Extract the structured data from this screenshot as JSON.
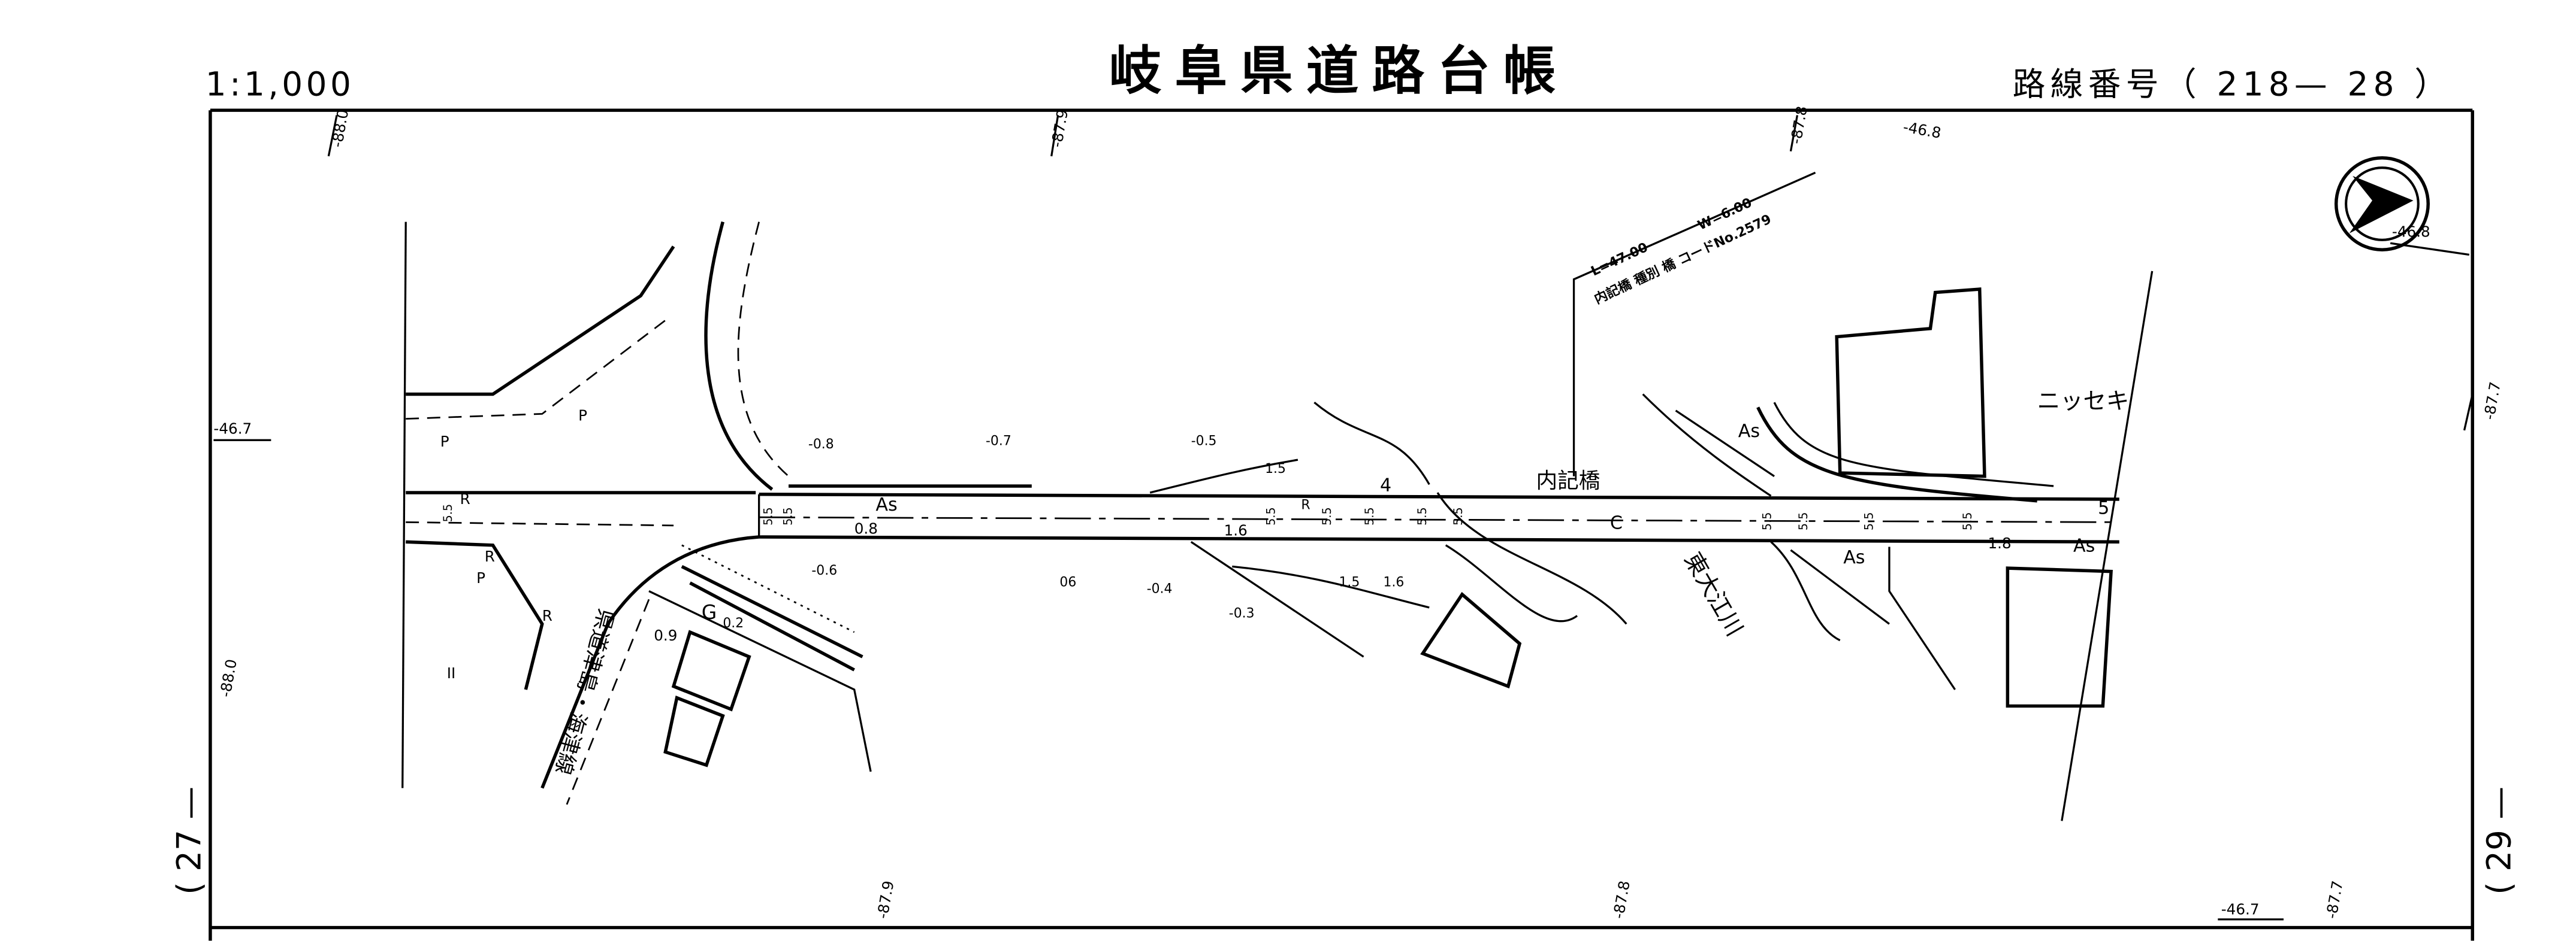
{
  "header": {
    "scale": "1:1,000",
    "title": "岐阜県道路台帳",
    "route_label": "路線番号（ 218— 28 ）"
  },
  "sheet_refs": {
    "left": "( 27 —",
    "right": "( 29 —"
  },
  "grid_labels": [
    "-88.0",
    "-87.9",
    "-87.8",
    "-46.8",
    "-46.8",
    "-46.7",
    "-87.7",
    "-88.0",
    "-87.9",
    "-87.8",
    "-46.7",
    "-87.7"
  ],
  "bridge_note": {
    "length": "L=47.00",
    "width": "W=6.00",
    "info": "内記橋  種別 橋  コードNo.2579"
  },
  "place_labels": {
    "nisseki": "ニッセキ",
    "bridge": "内記橋",
    "river": "東大江川",
    "prefectural_road": "県道津島・海津線"
  },
  "road_labels": [
    "As",
    "0.8",
    "C",
    "As",
    "As",
    "As",
    "1.8",
    "5",
    "4",
    "1.6",
    "R",
    "P",
    "R",
    "R",
    "R",
    "P",
    "P",
    "G",
    "0.2",
    "0.9",
    "II"
  ],
  "elevations": [
    "-0.8",
    "-0.7",
    "-0.5",
    "-0.6",
    "06",
    "-0.4",
    "-0.3",
    "1.5",
    "1.6",
    "1.5"
  ],
  "widths": [
    "5.5",
    "5.5",
    "5.5",
    "5.5",
    "5.5",
    "5.5",
    "5.5",
    "5.5",
    "5.5",
    "5.5",
    "5.5",
    "5.5"
  ],
  "north_arrow": "north-arrow-icon"
}
